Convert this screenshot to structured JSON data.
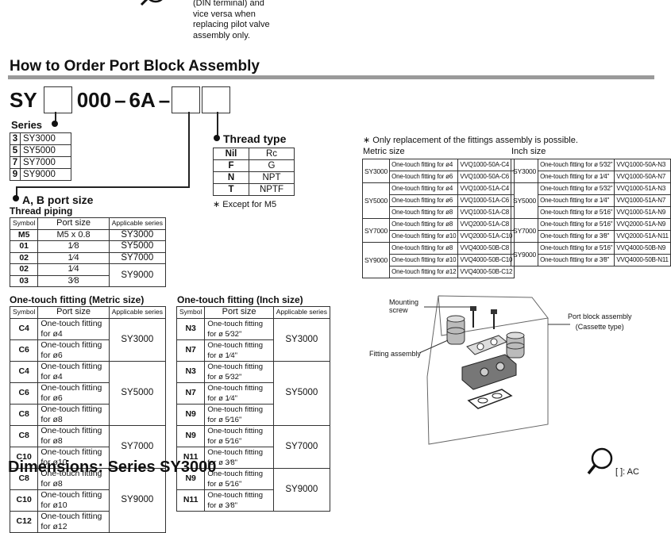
{
  "top_note": [
    "(DIN terminal) and",
    "vice versa when",
    "replacing pilot valve",
    "assembly only."
  ],
  "order_title": "How to Order Port Block Assembly",
  "code": {
    "prefix": "SY",
    "middle": "000",
    "dash1": "–",
    "suffix": "6A",
    "dash2": "–"
  },
  "series": {
    "label": "Series",
    "rows": [
      {
        "key": "3",
        "value": "SY3000"
      },
      {
        "key": "5",
        "value": "SY5000"
      },
      {
        "key": "7",
        "value": "SY7000"
      },
      {
        "key": "9",
        "value": "SY9000"
      }
    ]
  },
  "thread_type": {
    "label": "Thread type",
    "rows": [
      {
        "key": "Nil",
        "value": "Rc"
      },
      {
        "key": "F",
        "value": "G"
      },
      {
        "key": "N",
        "value": "NPT"
      },
      {
        "key": "T",
        "value": "NPTF"
      }
    ],
    "note": "∗ Except for M5"
  },
  "ab_port": {
    "label": "A, B port size",
    "thread_piping_label": "Thread piping",
    "headers": [
      "Symbol",
      "Port size",
      "Applicable series"
    ],
    "rows": [
      {
        "symbol": "M5",
        "size": "M5 x 0.8",
        "series": "SY3000"
      },
      {
        "symbol": "01",
        "size": "1⁄8",
        "series": "SY5000"
      },
      {
        "symbol": "02",
        "size": "1⁄4",
        "series": "SY7000"
      },
      {
        "symbol": "02",
        "size": "1⁄4",
        "series": "SY9000"
      },
      {
        "symbol": "03",
        "size": "3⁄8",
        "series": ""
      }
    ]
  },
  "metric_fitting": {
    "label": "One-touch fitting (Metric size)",
    "headers": [
      "Symbol",
      "Port size",
      "Applicable series"
    ],
    "rows": [
      {
        "symbol": "C4",
        "size": "One-touch fitting for ø4"
      },
      {
        "symbol": "C6",
        "size": "One-touch fitting for ø6"
      },
      {
        "symbol": "C4",
        "size": "One-touch fitting for ø4"
      },
      {
        "symbol": "C6",
        "size": "One-touch fitting for ø6"
      },
      {
        "symbol": "C8",
        "size": "One-touch fitting for ø8"
      },
      {
        "symbol": "C8",
        "size": "One-touch fitting for ø8"
      },
      {
        "symbol": "C10",
        "size": "One-touch fitting for ø10"
      },
      {
        "symbol": "C8",
        "size": "One-touch fitting for ø8"
      },
      {
        "symbol": "C10",
        "size": "One-touch fitting for ø10"
      },
      {
        "symbol": "C12",
        "size": "One-touch fitting for ø12"
      }
    ],
    "series": [
      "SY3000",
      "SY5000",
      "SY7000",
      "SY9000"
    ]
  },
  "inch_fitting": {
    "label": "One-touch fitting (Inch size)",
    "headers": [
      "Symbol",
      "Port size",
      "Applicable series"
    ],
    "rows": [
      {
        "symbol": "N3",
        "size": "One-touch fitting for ø 5⁄32\""
      },
      {
        "symbol": "N7",
        "size": "One-touch fitting for ø 1⁄4\""
      },
      {
        "symbol": "N3",
        "size": "One-touch fitting for ø 5⁄32\""
      },
      {
        "symbol": "N7",
        "size": "One-touch fitting for ø 1⁄4\""
      },
      {
        "symbol": "N9",
        "size": "One-touch fitting for ø 5⁄16\""
      },
      {
        "symbol": "N9",
        "size": "One-touch fitting for ø 5⁄16\""
      },
      {
        "symbol": "N11",
        "size": "One-touch fitting for ø 3⁄8\""
      },
      {
        "symbol": "N9",
        "size": "One-touch fitting for ø 5⁄16\""
      },
      {
        "symbol": "N11",
        "size": "One-touch fitting for ø 3⁄8\""
      }
    ],
    "series": [
      "SY3000",
      "SY5000",
      "SY7000",
      "SY9000"
    ]
  },
  "replacement_note": "∗ Only replacement of the fittings assembly is possible.",
  "metric_size": {
    "label": "Metric size",
    "groups": [
      {
        "series": "SY3000",
        "rows": [
          [
            "One-touch fitting for ø4",
            "VVQ1000-50A-C4"
          ],
          [
            "One-touch fitting for ø6",
            "VVQ1000-50A-C6"
          ]
        ]
      },
      {
        "series": "SY5000",
        "rows": [
          [
            "One-touch fitting for ø4",
            "VVQ1000-51A-C4"
          ],
          [
            "One-touch fitting for ø6",
            "VVQ1000-51A-C6"
          ],
          [
            "One-touch fitting for ø8",
            "VVQ1000-51A-C8"
          ]
        ]
      },
      {
        "series": "SY7000",
        "rows": [
          [
            "One-touch fitting for ø8",
            "VVQ2000-51A-C8"
          ],
          [
            "One-touch fitting for ø10",
            "VVQ2000-51A-C10"
          ]
        ]
      },
      {
        "series": "SY9000",
        "rows": [
          [
            "One-touch fitting for ø8",
            "VVQ4000-50B-C8"
          ],
          [
            "One-touch fitting for ø10",
            "VVQ4000-50B-C10"
          ],
          [
            "One-touch fitting for ø12",
            "VVQ4000-50B-C12"
          ]
        ]
      }
    ]
  },
  "inch_size": {
    "label": "Inch size",
    "groups": [
      {
        "series": "SY3000",
        "rows": [
          [
            "One-touch fitting for ø 5⁄32\"",
            "VVQ1000-50A-N3"
          ],
          [
            "One-touch fitting for ø 1⁄4\"",
            "VVQ1000-50A-N7"
          ]
        ]
      },
      {
        "series": "SY5000",
        "rows": [
          [
            "One-touch fitting for ø 5⁄32\"",
            "VVQ1000-51A-N3"
          ],
          [
            "One-touch fitting for ø 1⁄4\"",
            "VVQ1000-51A-N7"
          ],
          [
            "One-touch fitting for ø 5⁄16\"",
            "VVQ1000-51A-N9"
          ]
        ]
      },
      {
        "series": "SY7000",
        "rows": [
          [
            "One-touch fitting for ø 5⁄16\"",
            "VVQ2000-51A-N9"
          ],
          [
            "One-touch fitting for ø 3⁄8\"",
            "VVQ2000-51A-N11"
          ]
        ]
      },
      {
        "series": "SY9000",
        "rows": [
          [
            "One-touch fitting for ø 5⁄16\"",
            "VVQ4000-50B-N9"
          ],
          [
            "One-touch fitting for ø 3⁄8\"",
            "VVQ4000-50B-N11"
          ]
        ]
      }
    ]
  },
  "diagram": {
    "mounting_screw": [
      "Mounting",
      "screw"
    ],
    "port_block": [
      "Port block assembly",
      "(Cassette type)"
    ],
    "fitting_assembly": "Fitting assembly"
  },
  "dimensions_title": "Dimensions: Series SY3000",
  "legend_ac": "[   ]: AC"
}
